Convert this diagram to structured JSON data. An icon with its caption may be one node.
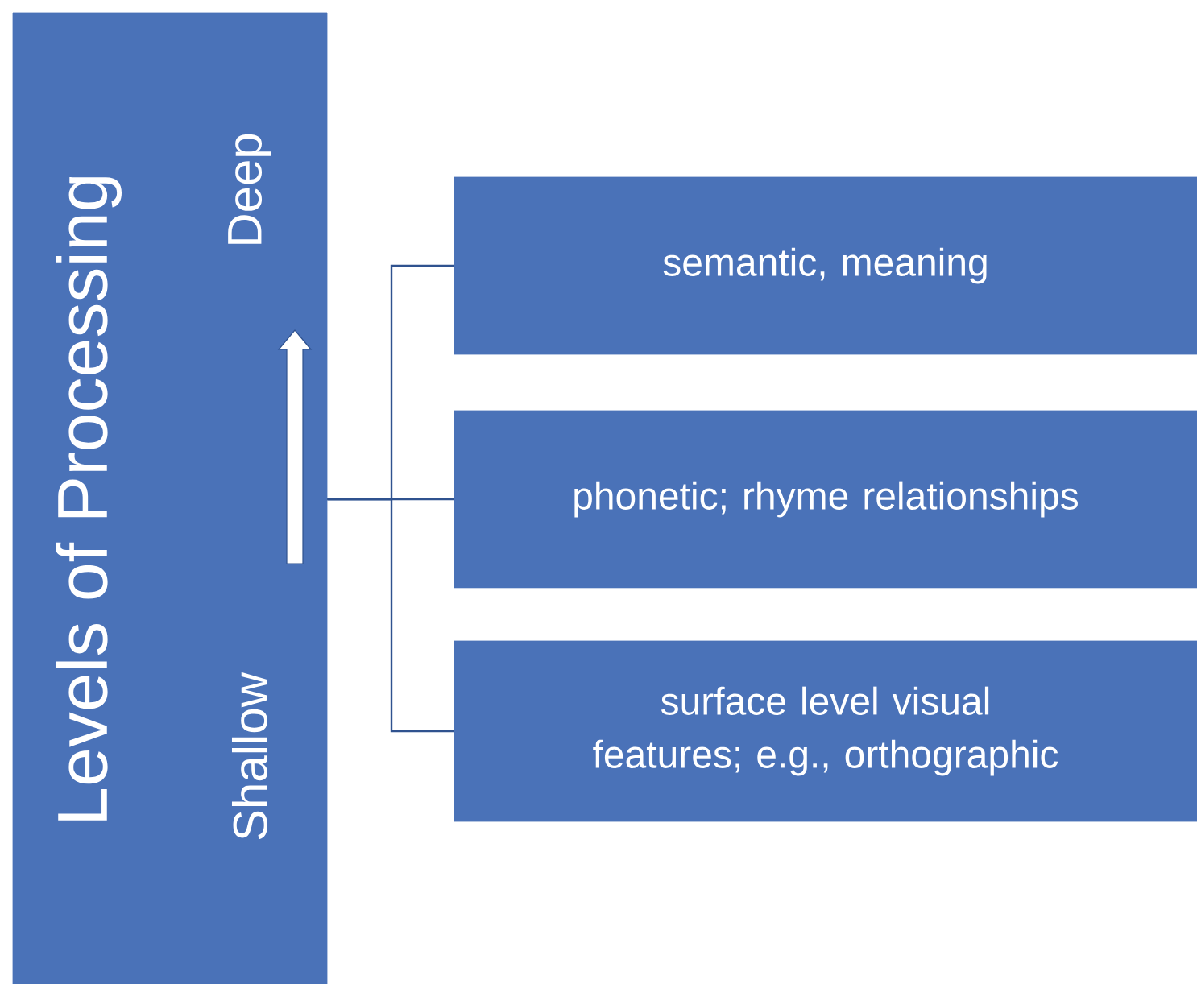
{
  "diagram": {
    "nodes": [
      {
        "text": [
          "Levels of Processing",
          "Deep",
          "Shallow"
        ]
      },
      {
        "text": [
          "semantic, meaning"
        ]
      },
      {
        "text": [
          "phonetic; rhyme relationships"
        ]
      },
      {
        "text": [
          "surface level visual features; e.g., orthographic"
        ]
      }
    ],
    "edges": [
      {
        "from": 0,
        "to": 1,
        "arrow": "none"
      },
      {
        "from": 0,
        "to": 2,
        "arrow": "none"
      },
      {
        "from": 0,
        "to": 3,
        "arrow": "none"
      }
    ]
  }
}
